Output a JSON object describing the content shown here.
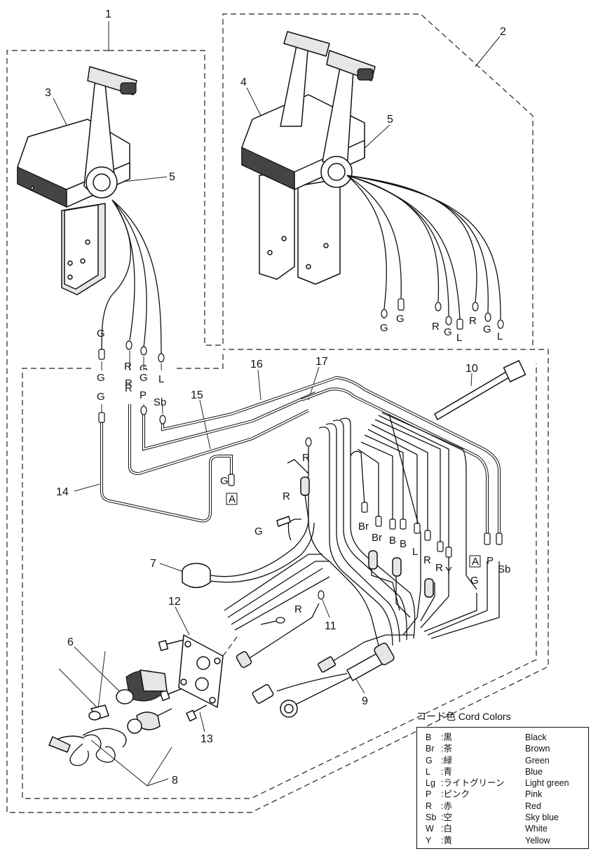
{
  "callouts": [
    "1",
    "2",
    "3",
    "4",
    "5",
    "5",
    "6",
    "7",
    "8",
    "9",
    "10",
    "11",
    "12",
    "13",
    "14",
    "15",
    "16",
    "17"
  ],
  "upper_left_labels": [
    "G",
    "R",
    "G",
    "L"
  ],
  "upper_right_labels": [
    "G",
    "G",
    "R",
    "G",
    "L",
    "R",
    "G",
    "L"
  ],
  "junction_top": [
    "G",
    "R",
    "G",
    "L"
  ],
  "junction_bottom": [
    "G",
    "R",
    "P",
    "Sb"
  ],
  "wire_labels": {
    "ga": "G",
    "a_box": "A",
    "r1": "R",
    "r2": "R",
    "g3": "G",
    "br1": "Br",
    "br2": "Br",
    "b1": "B",
    "b2": "B",
    "l": "L",
    "r3": "R",
    "r4": "R",
    "y": "Y",
    "a_box2": "A",
    "g4": "G",
    "p": "P",
    "sb": "Sb",
    "r5": "R"
  },
  "legend": {
    "title": "コード色 Cord Colors",
    "rows": [
      {
        "code": "B",
        "jp": ":黒",
        "en": "Black"
      },
      {
        "code": "Br",
        "jp": ":茶",
        "en": "Brown"
      },
      {
        "code": "G",
        "jp": ":緑",
        "en": "Green"
      },
      {
        "code": "L",
        "jp": ":青",
        "en": "Blue"
      },
      {
        "code": "Lg",
        "jp": ":ライトグリーン",
        "en": "Light green"
      },
      {
        "code": "P",
        "jp": ":ピンク",
        "en": "Pink"
      },
      {
        "code": "R",
        "jp": ":赤",
        "en": "Red"
      },
      {
        "code": "Sb",
        "jp": ":空",
        "en": "Sky blue"
      },
      {
        "code": "W",
        "jp": ":白",
        "en": "White"
      },
      {
        "code": "Y",
        "jp": ":黄",
        "en": "Yellow"
      }
    ]
  }
}
